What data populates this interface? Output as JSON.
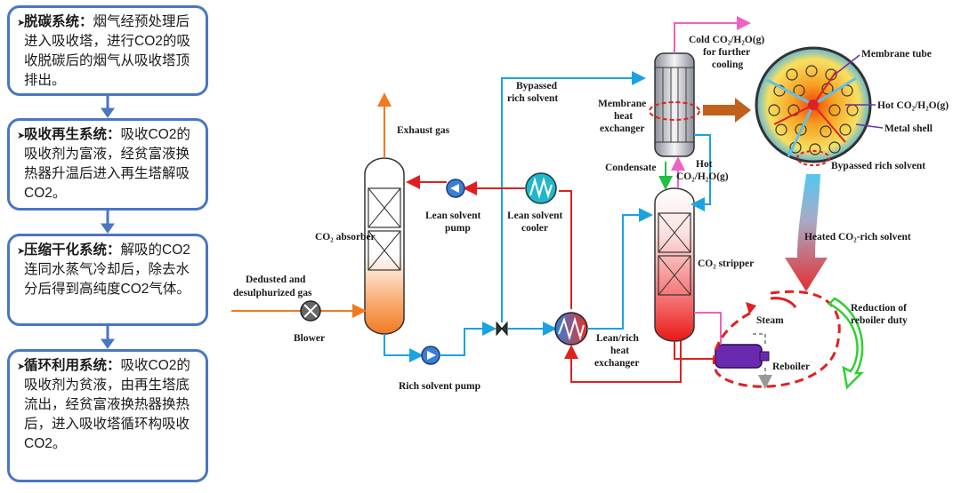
{
  "steps": [
    {
      "title": "脱碳系统：",
      "text": "烟气经预处理后进入吸收塔，进行CO2的吸收脱碳后的烟气从吸收塔顶排出。"
    },
    {
      "title": "吸收再生系统：",
      "text": "吸收CO2的吸收剂为富液，经贫富液换热器升温后进入再生塔解吸CO2。"
    },
    {
      "title": "压缩干化系统：",
      "text": "解吸的CO2连同水蒸气冷却后，除去水分后得到高纯度CO2气体。"
    },
    {
      "title": "循环利用系统：",
      "text": "吸收CO2的吸收剂为贫液，由再生塔底流出，经贫富液换热器换热后，进入吸收塔循环构吸收CO2。"
    }
  ],
  "labels": {
    "exhaust_gas": "Exhaust gas",
    "co2_absorber": "CO₂ absorber",
    "dedusted_1": "Dedusted and",
    "dedusted_2": "desulphurized gas",
    "blower": "Blower",
    "rich_solvent_pump": "Rich solvent pump",
    "lean_solvent_pump_1": "Lean solvent",
    "lean_solvent_pump_2": "pump",
    "lean_solvent_cooler_1": "Lean solvent",
    "lean_solvent_cooler_2": "cooler",
    "bypassed_rich_1": "Bypassed",
    "bypassed_rich_2": "rich solvent",
    "membrane_hx_1": "Membrane",
    "membrane_hx_2": "heat",
    "membrane_hx_3": "exchanger",
    "condensate": "Condensate",
    "hot_co2_1": "Hot",
    "hot_co2_2": "CO₂/H₂O(g)",
    "cold_co2_1": "Cold CO₂/H₂O(g)",
    "cold_co2_2": "for further",
    "cold_co2_3": "cooling",
    "co2_stripper": "CO₂ stripper",
    "lean_rich_hx_1": "Lean/rich",
    "lean_rich_hx_2": "heat",
    "lean_rich_hx_3": "exchanger",
    "steam": "Steam",
    "reboiler": "Reboiler",
    "reduction_1": "Reduction of",
    "reduction_2": "reboiler duty",
    "heated_rich": "Heated CO₂-rich solvent",
    "membrane_tube": "Membrane tube",
    "hot_co2_circle": "Hot CO₂/H₂O(g)",
    "metal_shell": "Metal shell",
    "bypassed_rich_circle": "Bypassed rich solvent"
  },
  "colors": {
    "box_border": "#4a76c2",
    "water_blue": "#1aa3e0",
    "lean_red": "#e02020",
    "gas_orange": "#f07a20",
    "magenta": "#f060c0",
    "green": "#20c040"
  }
}
